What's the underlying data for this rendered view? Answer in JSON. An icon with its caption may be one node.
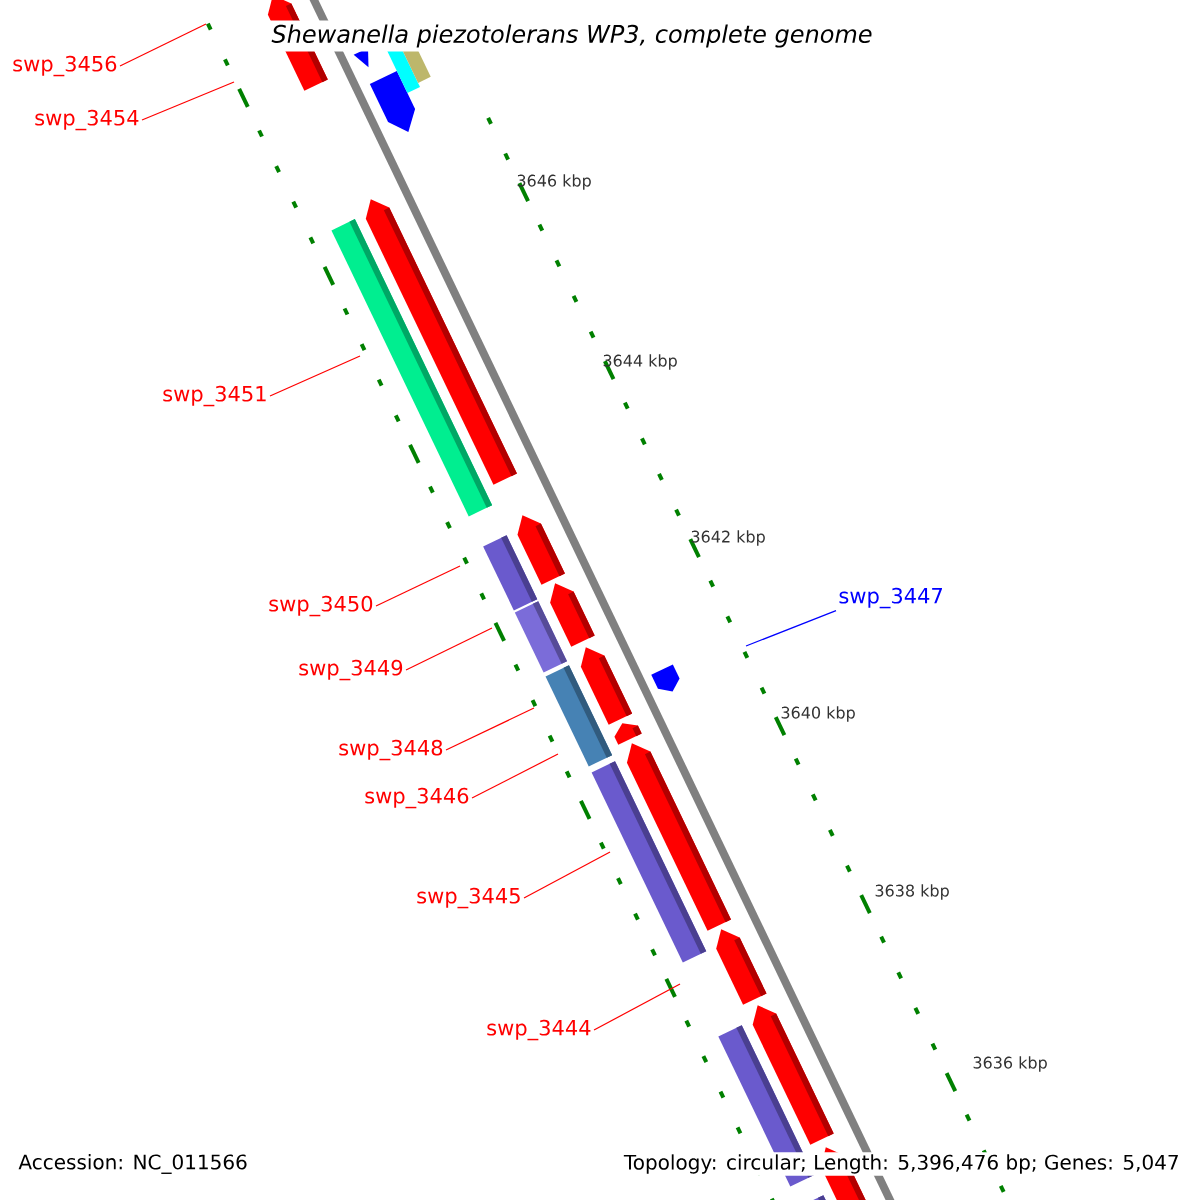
{
  "diagram": {
    "title": "*Shewanella piezotolerans* WP3, complete genome",
    "nodes": [
      {
        "text": [
          "swp_3456"
        ]
      },
      {
        "text": [
          "swp_3454"
        ]
      },
      {
        "text": [
          "swp_3451"
        ]
      },
      {
        "text": [
          "swp_3447"
        ]
      },
      {
        "text": [
          "swp_3450"
        ]
      },
      {
        "text": [
          "swp_3449"
        ]
      },
      {
        "text": [
          "swp_3448"
        ]
      },
      {
        "text": [
          "swp_3446"
        ]
      },
      {
        "text": [
          "swp_3445"
        ]
      },
      {
        "text": [
          "swp_3444"
        ]
      }
    ],
    "edges": [
      {
        "from": 0,
        "to": null,
        "arrow": "none"
      },
      {
        "from": 1,
        "to": null,
        "arrow": "none"
      },
      {
        "from": 2,
        "to": null,
        "arrow": "none"
      },
      {
        "from": 3,
        "to": null,
        "arrow": "none",
        "color": "#0000ff"
      },
      {
        "from": 4,
        "to": null,
        "arrow": "none"
      },
      {
        "from": 5,
        "to": null,
        "arrow": "none"
      },
      {
        "from": 6,
        "to": null,
        "arrow": "none"
      },
      {
        "from": 7,
        "to": null,
        "arrow": "none"
      },
      {
        "from": 8,
        "to": null,
        "arrow": "none"
      },
      {
        "from": 9,
        "to": null,
        "arrow": "none"
      }
    ],
    "labels": [
      "3646 kbp",
      "3644 kbp",
      "3642 kbp",
      "3640 kbp",
      "3638 kbp",
      "3636 kbp",
      "Accession: NC_011566",
      "Topology: circular; Length: 5,396,476 bp; Genes: 5,047"
    ]
  }
}
